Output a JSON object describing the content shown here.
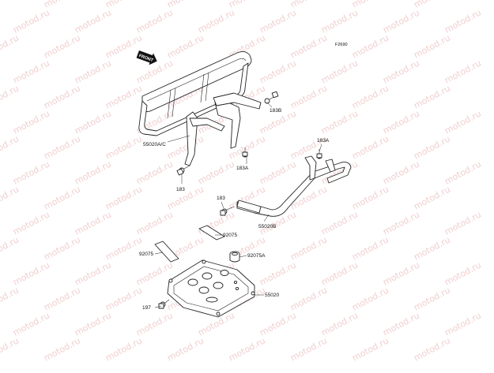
{
  "diagram": {
    "figure_code": "F2690",
    "front_badge": "FRONT",
    "watermark_text": "motod.ru",
    "callouts": [
      {
        "id": "55020AC",
        "label": "55020A/C"
      },
      {
        "id": "183B",
        "label": "183B"
      },
      {
        "id": "183A_1",
        "label": "183A"
      },
      {
        "id": "183A_2",
        "label": "183A"
      },
      {
        "id": "183_1",
        "label": "183"
      },
      {
        "id": "183_2",
        "label": "183"
      },
      {
        "id": "55020B",
        "label": "55020B"
      },
      {
        "id": "92075_1",
        "label": "92075"
      },
      {
        "id": "92075_2",
        "label": "92075"
      },
      {
        "id": "92075A",
        "label": "92075A"
      },
      {
        "id": "55020",
        "label": "55020"
      },
      {
        "id": "197",
        "label": "197"
      }
    ]
  }
}
